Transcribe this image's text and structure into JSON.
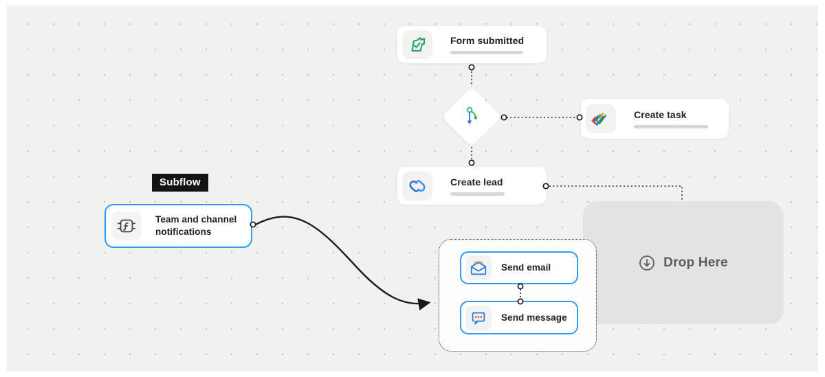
{
  "canvas": {
    "background": "#f1f1ef",
    "dot_color": "#c6c6c4",
    "accent_blue": "#2e9cf5",
    "connector_color": "#1f1f1f"
  },
  "nodes": {
    "form_submitted": {
      "title": "Form submitted",
      "icon": "form-check-icon",
      "icon_color": "#1fa463"
    },
    "decision": {
      "icon": "branch-icon",
      "icon_colors": {
        "circle": "#2fb3a3",
        "down_arrow": "#2f6fd8",
        "curve_arrow": "#2aa653"
      }
    },
    "create_task": {
      "title": "Create task",
      "icon": "triple-check-icon",
      "icon_colors": [
        "#e0452f",
        "#229a50",
        "#2b62e9"
      ]
    },
    "create_lead": {
      "title": "Create lead",
      "icon": "crm-loops-icon",
      "icon_color": "#2b72d9"
    },
    "team_notifications": {
      "title": "Team and channel notifications",
      "icon": "function-chip-icon",
      "icon_color": "#4a4a4a",
      "badge": "Subflow"
    },
    "send_email": {
      "title": "Send email",
      "icon": "open-envelope-icon",
      "icon_colors": {
        "outline": "#2e7fe0",
        "paper": "#f0a23c"
      }
    },
    "send_message": {
      "title": "Send message",
      "icon": "chat-bubble-icon",
      "icon_colors": {
        "outline": "#2e7fe0",
        "dots": "#e0452f"
      }
    },
    "drop_zone": {
      "label": "Drop Here",
      "icon": "drop-down-arrow-icon",
      "color": "#5d5d5d"
    }
  }
}
